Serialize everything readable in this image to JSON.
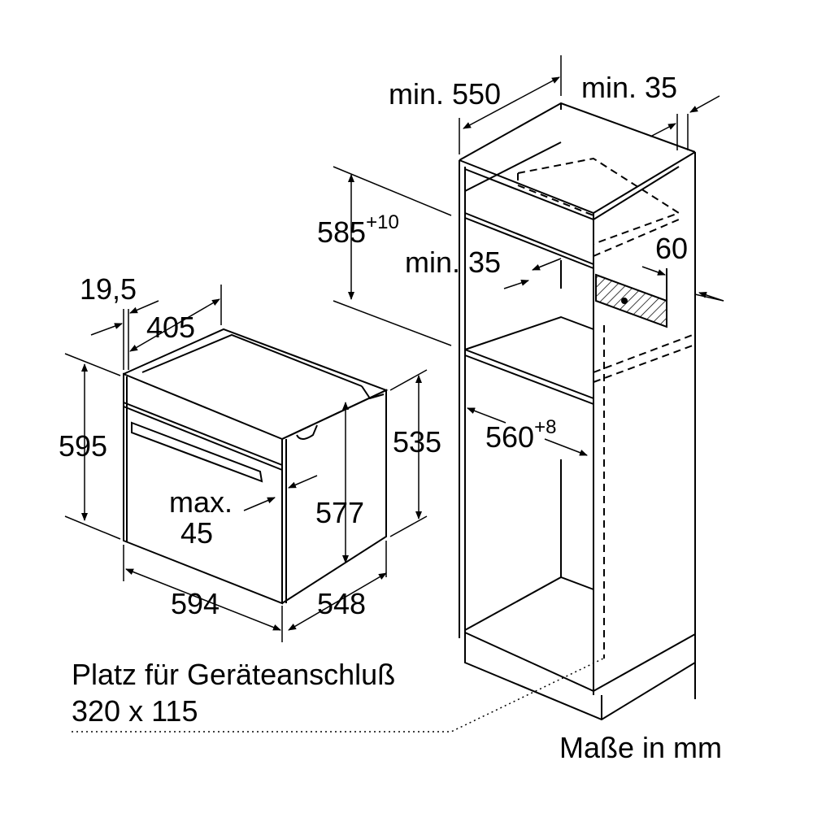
{
  "dimensions": {
    "niche_depth": "min. 550",
    "rear_gap": "min. 35",
    "niche_height": "585",
    "niche_height_tol": "+10",
    "shelf_gap": "min. 35",
    "vent_depth": "60",
    "front_offset": "19,5",
    "top_depth": "405",
    "oven_height": "595",
    "body_height": "535",
    "niche_width": "560",
    "niche_width_tol": "+8",
    "handle_label": "max.",
    "handle_value": "45",
    "inner_height": "577",
    "oven_width": "594",
    "oven_depth": "548"
  },
  "notes": {
    "connection_line1": "Platz für Geräteanschluß",
    "connection_line2": "320 x 115",
    "units": "Maße in mm"
  },
  "colors": {
    "line": "#000000",
    "background": "#ffffff"
  }
}
